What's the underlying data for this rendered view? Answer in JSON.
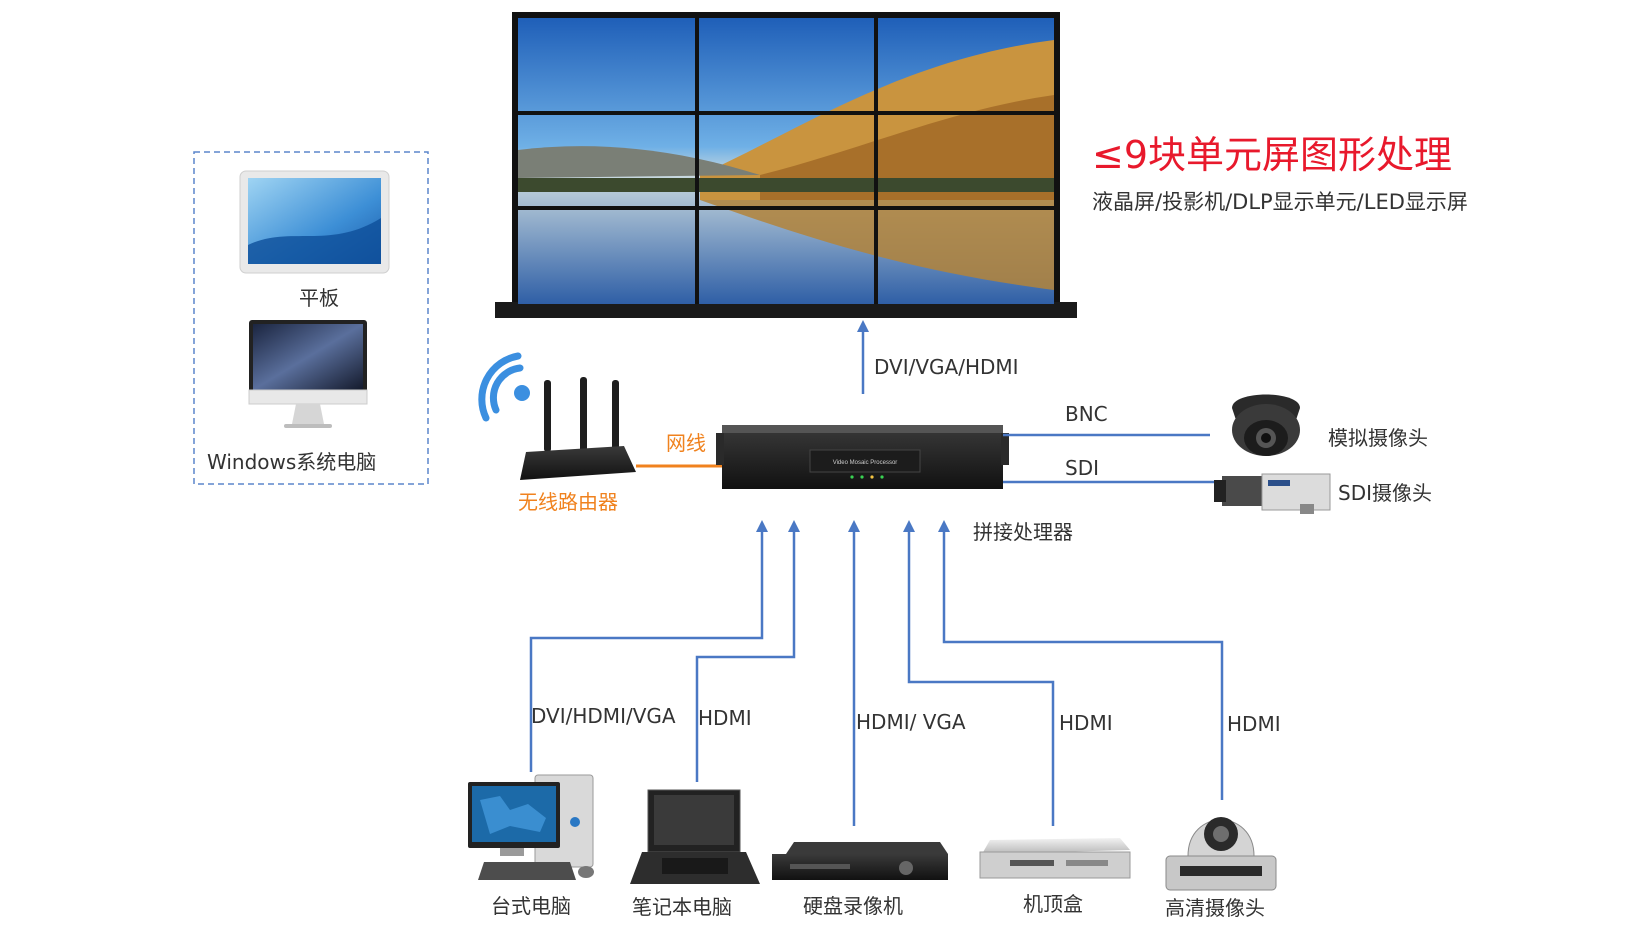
{
  "colors": {
    "connector": "#4a78c4",
    "lan": "#f0821e",
    "title": "#e8192c",
    "dashed_box": "#5b86cc",
    "text": "#333333"
  },
  "video_wall": {
    "title": "≤9块单元屏图形处理",
    "subtitle": "液晶屏/投影机/DLP显示单元/LED显示屏",
    "output_label": "DVI/VGA/HDMI"
  },
  "wireless_group": {
    "tablet_label": "平板",
    "pc_label": "Windows系统电脑"
  },
  "router": {
    "label": "无线路由器",
    "link_label": "网线"
  },
  "processor": {
    "label": "拼接处理器",
    "panel_text": "Video Mosaic Processor"
  },
  "cameras": [
    {
      "label": "模拟摄像头",
      "port": "BNC"
    },
    {
      "label": "SDI摄像头",
      "port": "SDI"
    }
  ],
  "sources": [
    {
      "label": "台式电脑",
      "port": "DVI/HDMI/VGA"
    },
    {
      "label": "笔记本电脑",
      "port": "HDMI"
    },
    {
      "label": "硬盘录像机",
      "port": "HDMI/ VGA"
    },
    {
      "label": "机顶盒",
      "port": "HDMI"
    },
    {
      "label": "高清摄像头",
      "port": "HDMI"
    }
  ],
  "icons": {
    "wall": "video-wall-icon",
    "tablet": "tablet-icon",
    "imac": "desktop-monitor-icon",
    "wifi": "wifi-icon",
    "router": "router-icon",
    "processor": "processor-icon",
    "dome": "dome-camera-icon",
    "box_cam": "box-camera-icon",
    "pc": "desktop-pc-icon",
    "laptop": "laptop-icon",
    "dvr": "dvr-icon",
    "stb": "set-top-box-icon",
    "ptz": "ptz-camera-icon"
  }
}
